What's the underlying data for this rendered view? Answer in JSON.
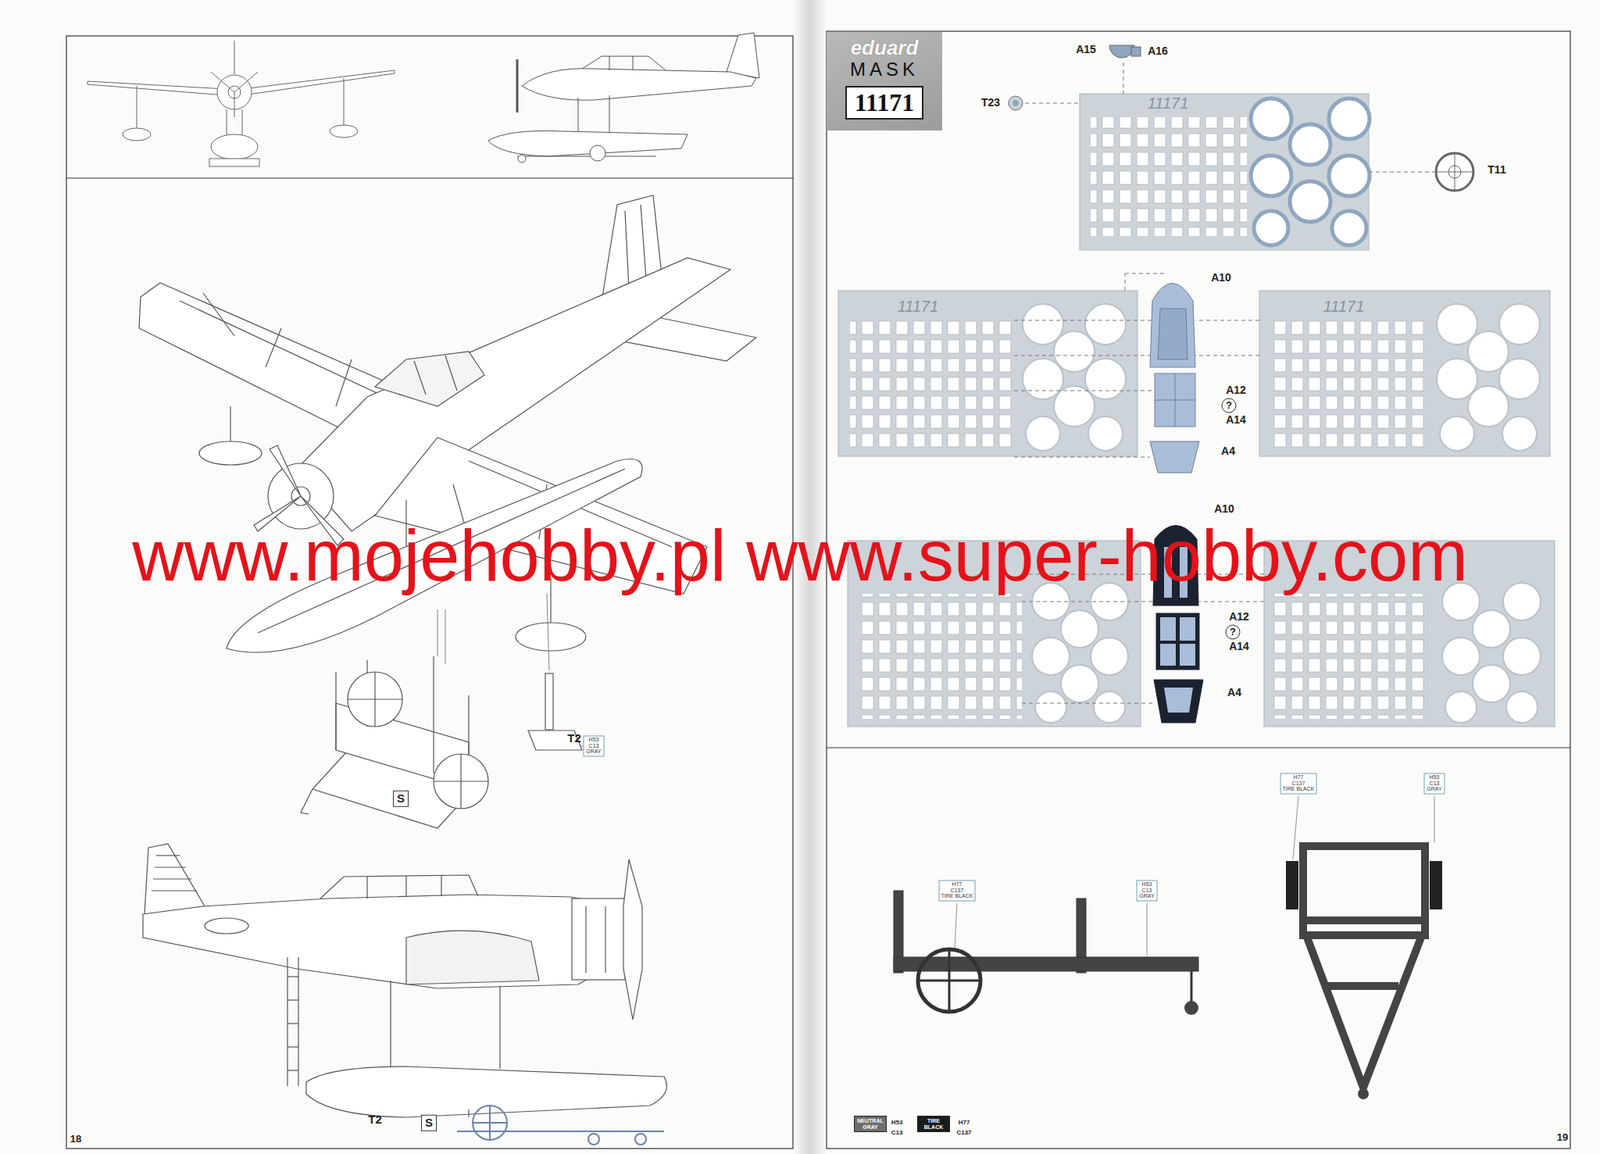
{
  "diagram": {
    "nodes": [
      {
        "text": [
          "H53 C13",
          "GRAY"
        ]
      },
      {
        "text": [
          "S"
        ]
      },
      {
        "text": [
          "S"
        ]
      },
      {
        "text": [
          "eduard",
          "MASK"
        ]
      },
      {
        "text": [
          "11171"
        ],
        "in": 3
      },
      {
        "text": [
          "H77 C137",
          "TIRE BLACK"
        ]
      },
      {
        "text": [
          "H53 C13",
          "GRAY"
        ]
      },
      {
        "text": [
          "H77 C137",
          "TIRE BLACK"
        ]
      },
      {
        "text": [
          "H53 C13",
          "GRAY"
        ]
      }
    ],
    "labels": [
      "www.mojehobby.pl www.super-hobby.com",
      "T2",
      "T2",
      "18",
      "A15",
      "A16",
      "T23",
      "11171",
      "T11",
      "11171",
      "11171",
      "A10",
      "A12",
      "?",
      "A14",
      "A4",
      "A10",
      "A12",
      "?",
      "A14",
      "A4",
      "H53",
      "C13",
      "H77",
      "C137",
      "19"
    ],
    "legend": [
      {
        "text": "NEUTRAL GRAY",
        "color": "#6e6e6e"
      },
      {
        "text": "TIRE BLACK",
        "color": "#1b1b1b"
      }
    ]
  }
}
